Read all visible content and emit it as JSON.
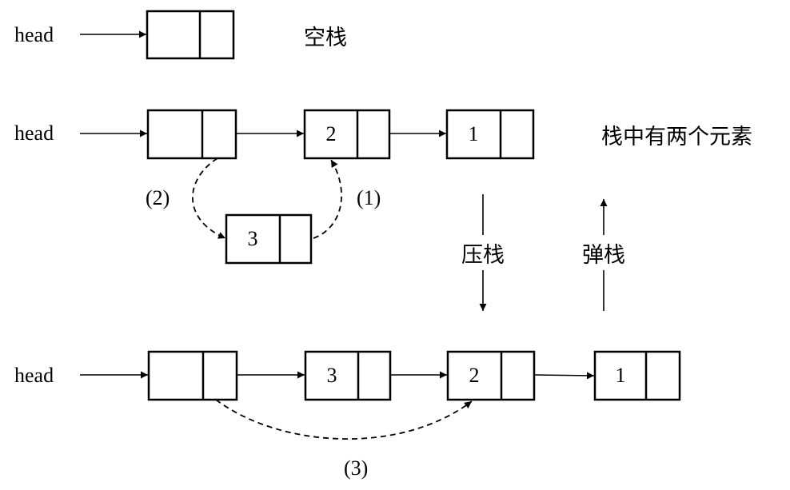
{
  "labels": {
    "head_1": "head",
    "head_2": "head",
    "head_3": "head",
    "empty_stack": "空栈",
    "two_elements": "栈中有两个元素",
    "push": "压栈",
    "pop": "弹栈",
    "step_1": "(1)",
    "step_2": "(2)",
    "step_3": "(3)"
  },
  "nodes": {
    "row2_node2": "2",
    "row2_node1": "1",
    "new_node3": "3",
    "row3_node3": "3",
    "row3_node2": "2",
    "row3_node1": "1"
  },
  "colors": {
    "stroke": "#000000",
    "background": "#ffffff"
  }
}
